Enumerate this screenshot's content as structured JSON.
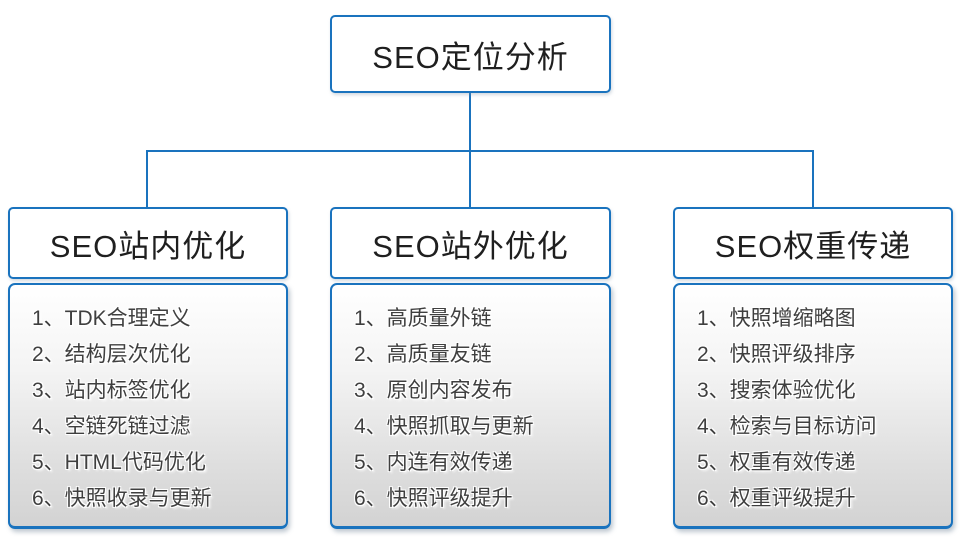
{
  "diagram": {
    "root": {
      "title": "SEO定位分析"
    },
    "columns": [
      {
        "title": "SEO站内优化",
        "items": [
          "1、TDK合理定义",
          "2、结构层次优化",
          "3、站内标签优化",
          "4、空链死链过滤",
          "5、HTML代码优化",
          "6、快照收录与更新"
        ]
      },
      {
        "title": "SEO站外优化",
        "items": [
          "1、高质量外链",
          "2、高质量友链",
          "3、原创内容发布",
          "4、快照抓取与更新",
          "5、内连有效传递",
          "6、快照评级提升"
        ]
      },
      {
        "title": "SEO权重传递",
        "items": [
          "1、快照增缩略图",
          "2、快照评级排序",
          "3、搜索体验优化",
          "4、检索与目标访问",
          "5、权重有效传递",
          "6、权重评级提升"
        ]
      }
    ],
    "colors": {
      "border_blue": "#1a73be",
      "heading_text": "#1f1f1f",
      "item_text": "#3f3f3f",
      "box_gradient_top": "#ffffff",
      "box_gradient_bottom": "#d3d3d3"
    }
  }
}
